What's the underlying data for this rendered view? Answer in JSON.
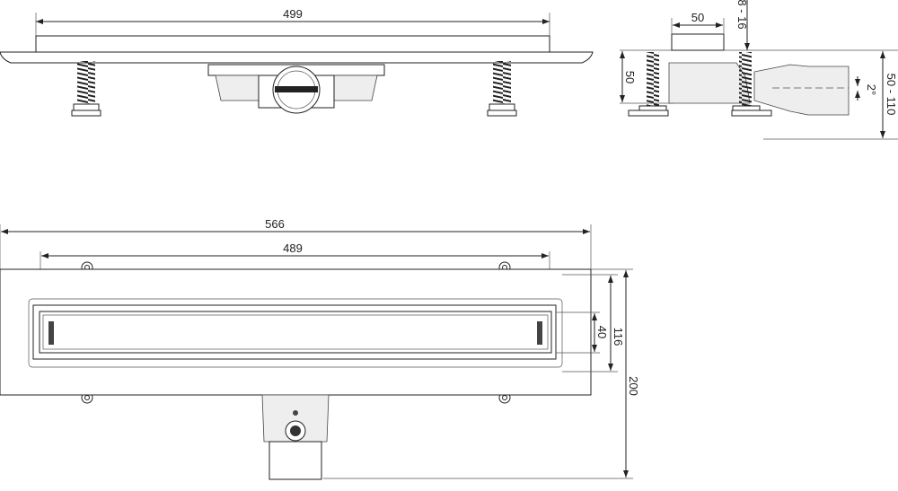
{
  "front_view": {
    "width_label": "499"
  },
  "side_view": {
    "outlet_width_label": "50",
    "grate_adjust_label": "8 - 16",
    "body_height_label": "50",
    "slope_label": "2°",
    "total_height_label": "50 - 110"
  },
  "plan_view": {
    "overall_length_label": "566",
    "channel_length_label": "489",
    "grate_width_label": "40",
    "channel_width_label": "116",
    "overall_width_label": "200"
  }
}
